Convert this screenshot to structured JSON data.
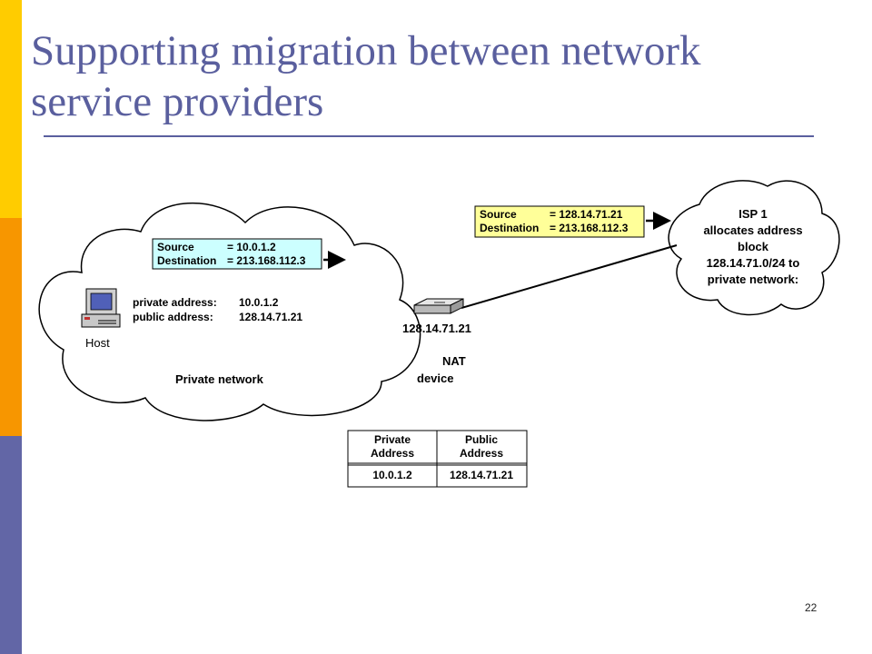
{
  "slide": {
    "title_line1": "Supporting migration between network",
    "title_line2": "service providers",
    "page_number": "22",
    "colors": {
      "title": "#5a5f9e",
      "sidebar_top": "#ffcc00",
      "sidebar_middle": "#f79600",
      "sidebar_bottom": "#6266a6",
      "packet_private_fill": "#ccffff",
      "packet_public_fill": "#ffff99"
    }
  },
  "diagram": {
    "private_network": {
      "label": "Private network",
      "host_label": "Host",
      "host_icon": "computer-icon",
      "private_address_label": "private address:",
      "private_address_value": "10.0.1.2",
      "public_address_label": "public address:",
      "public_address_value": "128.14.71.21"
    },
    "private_packet": {
      "source_label": "Source",
      "source_value": "= 10.0.1.2",
      "destination_label": "Destination",
      "destination_value": "= 213.168.112.3"
    },
    "public_packet": {
      "source_label": "Source",
      "source_value": "= 128.14.71.21",
      "destination_label": "Destination",
      "destination_value": "= 213.168.112.3"
    },
    "nat": {
      "device_icon": "router-icon",
      "ip": "128.14.71.21",
      "label_line1": "NAT",
      "label_line2": "device"
    },
    "isp": {
      "lines": [
        "ISP 1",
        "allocates address",
        "block",
        "128.14.71.0/24 to",
        "private network:"
      ]
    },
    "nat_table": {
      "headers": [
        [
          "Private",
          "Address"
        ],
        [
          "Public",
          "Address"
        ]
      ],
      "rows": [
        [
          "10.0.1.2",
          "128.14.71.21"
        ]
      ]
    }
  }
}
